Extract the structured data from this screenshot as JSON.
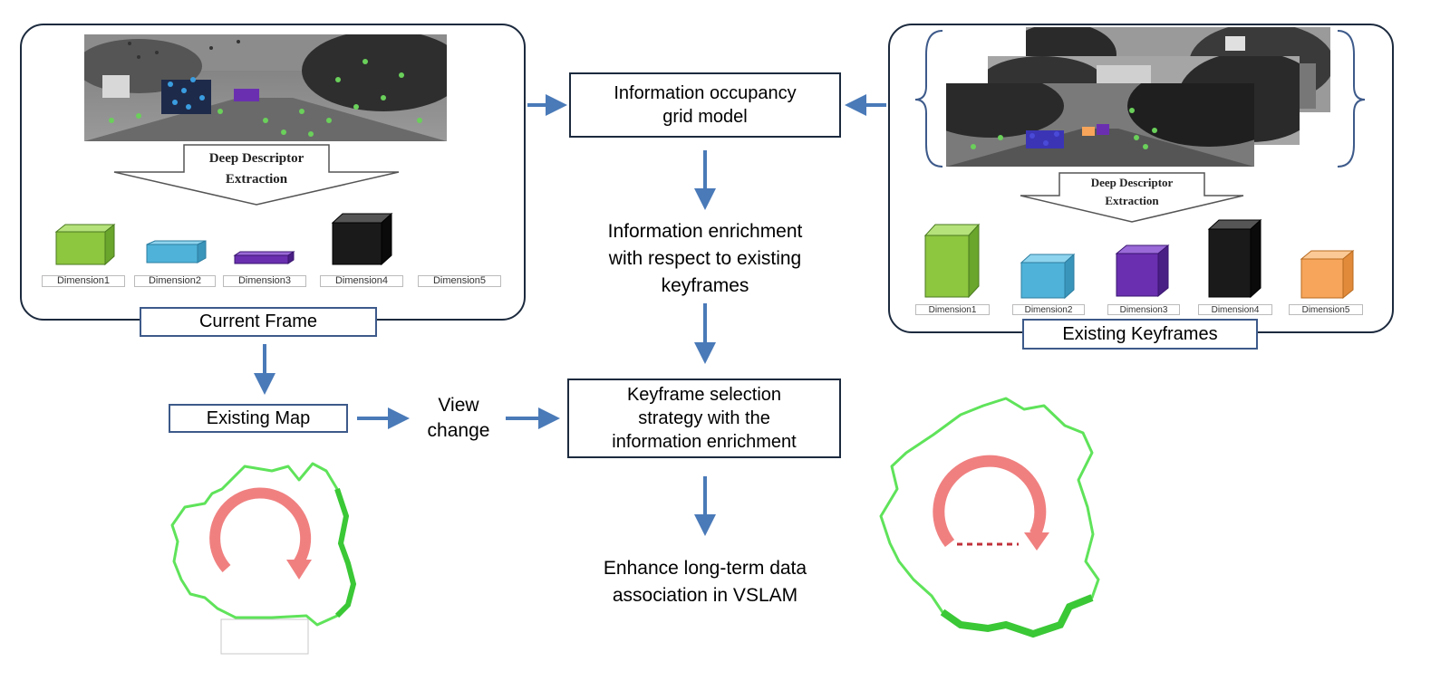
{
  "current_frame": {
    "extraction_label_line1": "Deep Descriptor",
    "extraction_label_line2": "Extraction",
    "dimensions": [
      "Dimension1",
      "Dimension2",
      "Dimension3",
      "Dimension4",
      "Dimension5"
    ],
    "title": "Current Frame"
  },
  "existing_keyframes": {
    "extraction_label_line1": "Deep Descriptor",
    "extraction_label_line2": "Extraction",
    "dimensions": [
      "Dimension1",
      "Dimension2",
      "Dimension3",
      "Dimension4",
      "Dimension5"
    ],
    "title": "Existing Keyframes"
  },
  "flow": {
    "occupancy_line1": "Information occupancy",
    "occupancy_line2": "grid model",
    "enrichment_line1": "Information enrichment",
    "enrichment_line2": "with respect to existing",
    "enrichment_line3": "keyframes",
    "selection_line1": "Keyframe selection",
    "selection_line2": "strategy with the",
    "selection_line3": "information enrichment",
    "enhance_line1": "Enhance long-term data",
    "enhance_line2": "association in VSLAM",
    "existing_map": "Existing Map",
    "view_change_line1": "View",
    "view_change_line2": "change"
  },
  "colors": {
    "arrow": "#4a7ab8",
    "panel_border": "#1c2a3e",
    "green_cube": "#8dc63f",
    "blue_cube": "#4fb3d9",
    "purple_cube": "#6a2fb0",
    "black_cube": "#1a1a1a",
    "orange_cube": "#f7a55a",
    "trajectory": "#5fe35a",
    "loop_arrow": "#f08080"
  }
}
